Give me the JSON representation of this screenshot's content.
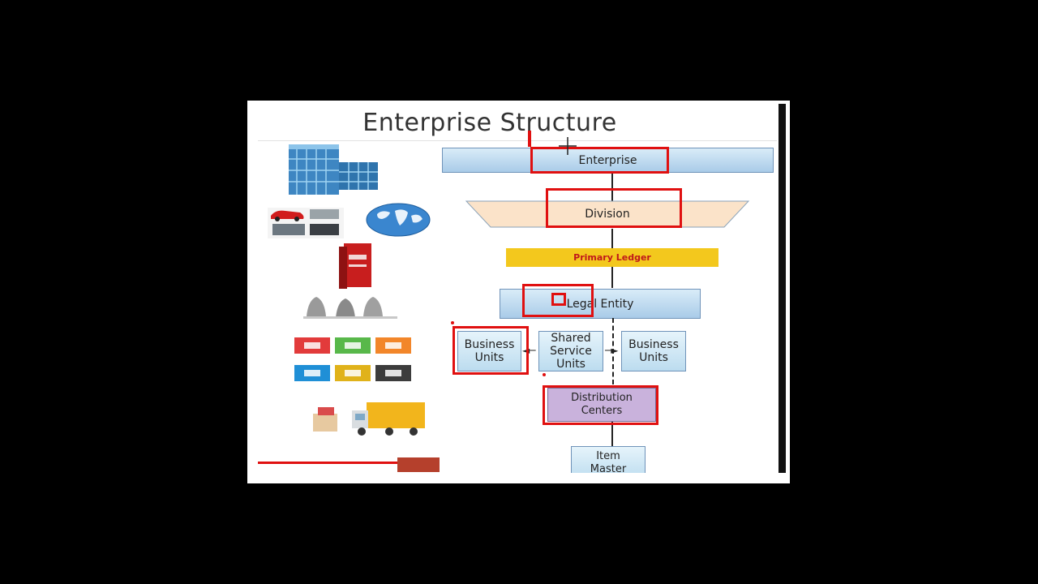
{
  "slide": {
    "title": "Enterprise Structure",
    "enterprise": "Enterprise",
    "division": "Division",
    "primary_ledger": "Primary Ledger",
    "legal_entity": "Legal Entity",
    "business_units_left": [
      "Business",
      "Units"
    ],
    "shared_service_units": [
      "Shared",
      "Service",
      "Units"
    ],
    "business_units_right": [
      "Business",
      "Units"
    ],
    "distribution_centers": [
      "Distribution",
      "Centers"
    ],
    "item_master": [
      "Item",
      "Master"
    ]
  },
  "colors": {
    "annotation": "#e01010",
    "enterprise_fill": "#a9cbe8",
    "division_fill": "#fbe3c9",
    "ledger_fill": "#f3c81d",
    "ledger_text": "#c0181a",
    "distribution_fill": "#c9b2dc"
  },
  "icons": [
    "office-building-icon",
    "cars-icon",
    "globe-icon",
    "red-book-icon",
    "bells-icon",
    "colored-tiles-icon",
    "delivery-truck-icon",
    "cursor-crosshair-icon"
  ]
}
